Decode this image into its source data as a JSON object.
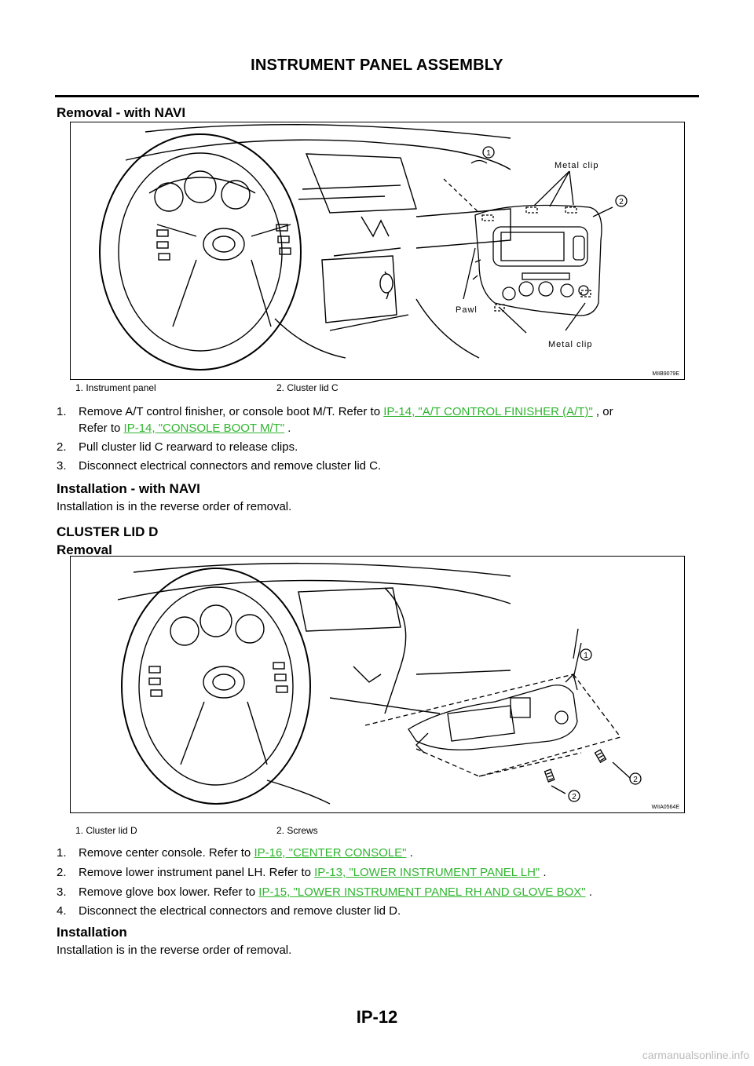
{
  "page": {
    "header": "INSTRUMENT PANEL ASSEMBLY",
    "footer": "IP-12",
    "watermark": "carmanualsonline.info"
  },
  "section1": {
    "heading": "Removal - with NAVI",
    "figure": {
      "code": "MIIB9079E",
      "callouts": [
        "1",
        "2"
      ],
      "labels": {
        "metal_clip_top": "Metal clip",
        "pawl": "Pawl",
        "metal_clip_bottom": "Metal clip"
      }
    },
    "legend": [
      "1.    Instrument panel",
      "2.    Cluster lid C"
    ],
    "steps": [
      {
        "num": "1.",
        "pre": "Remove A/T control finisher, or console boot M/T. Refer to ",
        "link": "IP-14, \"A/T CONTROL FINISHER (A/T)\"",
        "post": " , or"
      },
      {
        "num": "",
        "pre": "Refer to ",
        "link": "IP-14, \"CONSOLE BOOT M/T\"",
        "post": " ."
      },
      {
        "num": "2.",
        "text": "Pull cluster lid C rearward to release clips."
      },
      {
        "num": "3.",
        "text": "Disconnect electrical connectors and remove cluster lid C."
      }
    ]
  },
  "section2": {
    "heading": "Installation - with NAVI",
    "text": "Installation is in the reverse order of removal."
  },
  "section3": {
    "title": "CLUSTER LID D",
    "heading": "Removal",
    "figure": {
      "code": "WIIA0564E",
      "callouts": [
        "1",
        "2",
        "2"
      ]
    },
    "legend": [
      "1.    Cluster lid D",
      "2.    Screws"
    ],
    "steps": [
      {
        "num": "1.",
        "pre": "Remove center console. Refer to ",
        "link": "IP-16, \"CENTER CONSOLE\"",
        "post": " ."
      },
      {
        "num": "2.",
        "pre": "Remove lower instrument panel LH. Refer to ",
        "link": "IP-13, \"LOWER INSTRUMENT PANEL LH\"",
        "post": " ."
      },
      {
        "num": "3.",
        "pre": "Remove glove box lower. Refer to ",
        "link": "IP-15, \"LOWER INSTRUMENT PANEL RH AND GLOVE BOX\"",
        "post": " ."
      },
      {
        "num": "4.",
        "text": "Disconnect the electrical connectors and remove cluster lid D."
      }
    ]
  },
  "section4": {
    "heading": "Installation",
    "text": "Installation is in the reverse order of removal."
  }
}
